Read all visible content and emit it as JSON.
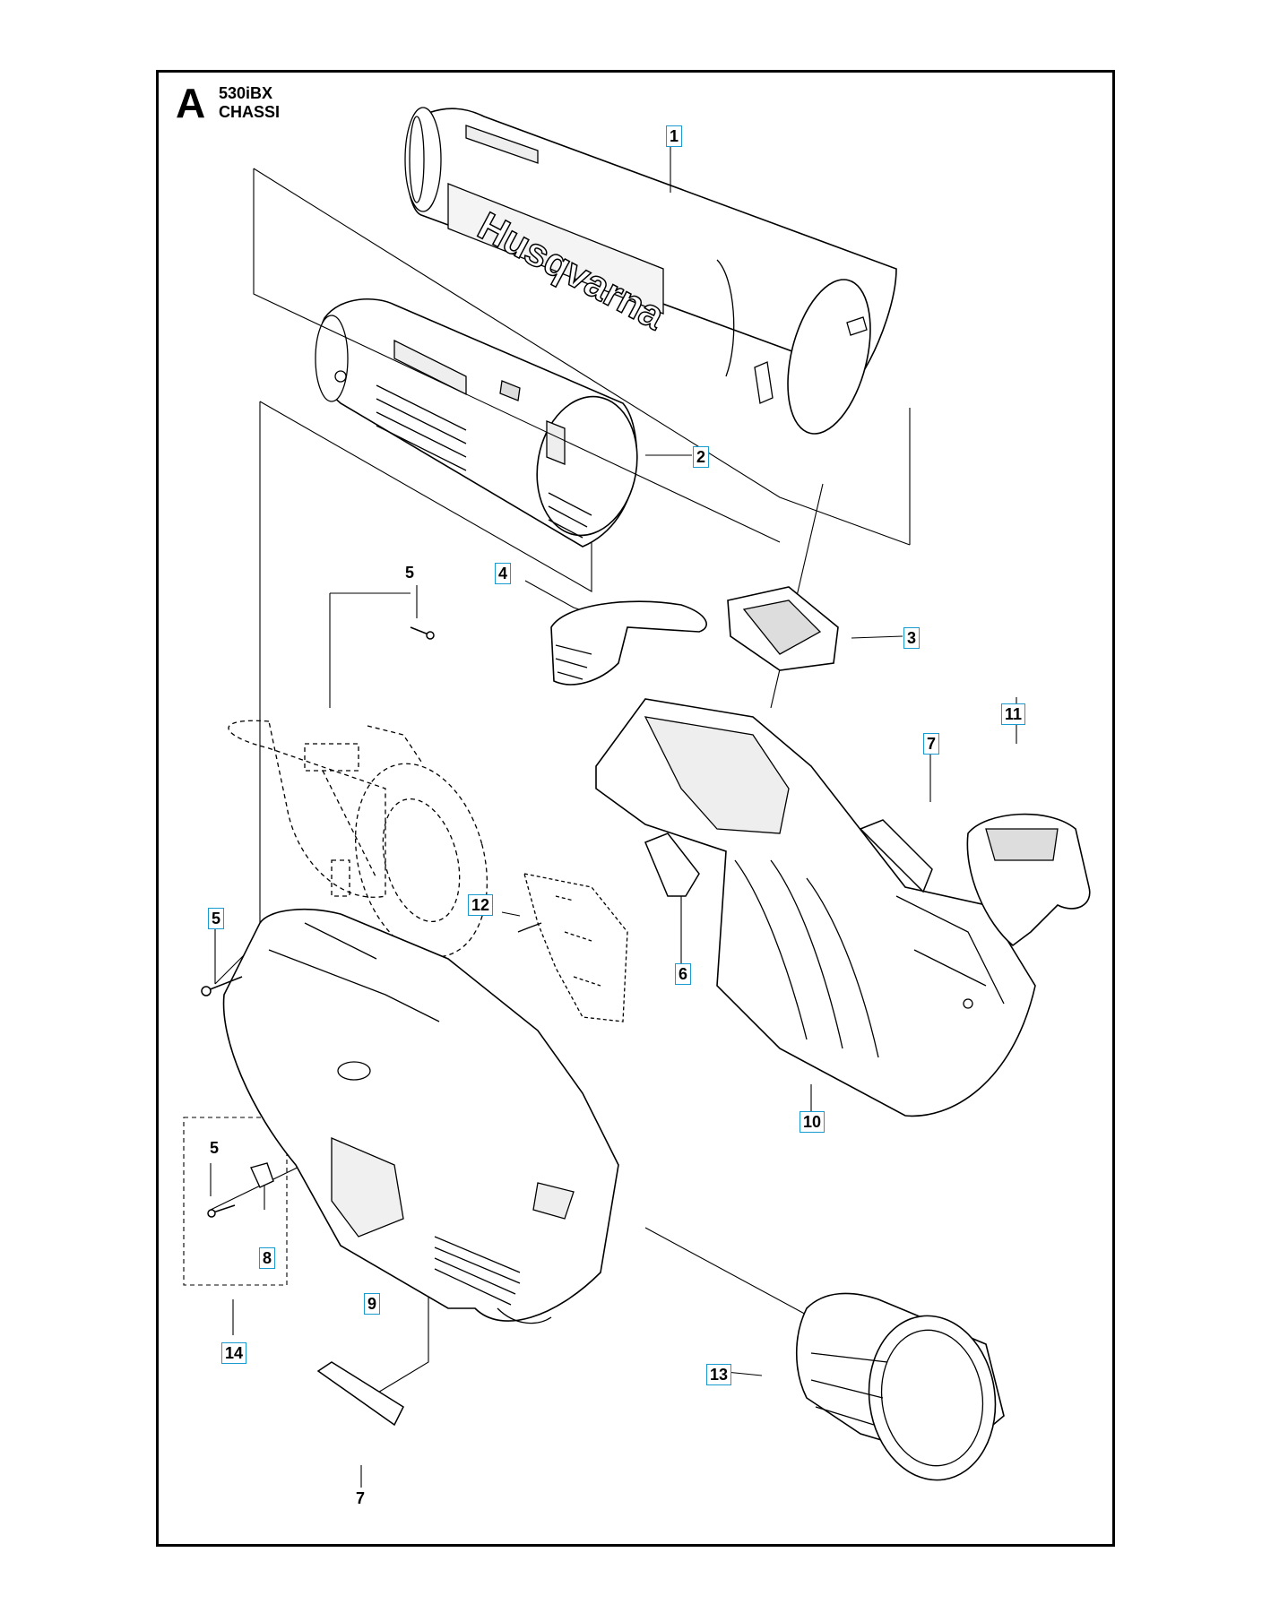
{
  "section": {
    "letter": "A",
    "model": "530iBX",
    "title": "CHASSI"
  },
  "brand_logo": "Husqvarna",
  "callouts": [
    {
      "id": "c1",
      "label": "1",
      "boxed": true
    },
    {
      "id": "c2",
      "label": "2",
      "boxed": true
    },
    {
      "id": "c3",
      "label": "3",
      "boxed": true
    },
    {
      "id": "c4",
      "label": "4",
      "boxed": true
    },
    {
      "id": "c5a",
      "label": "5",
      "boxed": false
    },
    {
      "id": "c5b",
      "label": "5",
      "boxed": true
    },
    {
      "id": "c5c",
      "label": "5",
      "boxed": false
    },
    {
      "id": "c6",
      "label": "6",
      "boxed": true
    },
    {
      "id": "c7a",
      "label": "7",
      "boxed": true
    },
    {
      "id": "c7b",
      "label": "7",
      "boxed": false
    },
    {
      "id": "c8",
      "label": "8",
      "boxed": true
    },
    {
      "id": "c9",
      "label": "9",
      "boxed": true
    },
    {
      "id": "c10",
      "label": "10",
      "boxed": true
    },
    {
      "id": "c11",
      "label": "11",
      "boxed": true
    },
    {
      "id": "c12",
      "label": "12",
      "boxed": true
    },
    {
      "id": "c13",
      "label": "13",
      "boxed": true
    },
    {
      "id": "c14",
      "label": "14",
      "boxed": true
    }
  ],
  "colors": {
    "line": "#000000",
    "callout_box": "#1a9bd0",
    "part_fill": "#ffffff",
    "part_shade": "#dcdcdc"
  }
}
